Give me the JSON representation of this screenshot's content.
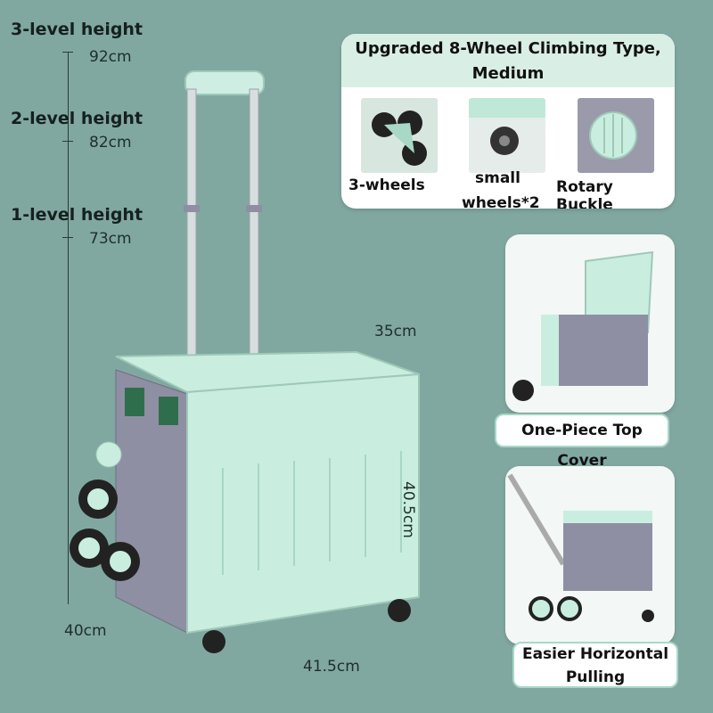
{
  "heights": {
    "level3": {
      "label": "3-level height",
      "value": "92cm"
    },
    "level2": {
      "label": "2-level height",
      "value": "82cm"
    },
    "level1": {
      "label": "1-level height",
      "value": "73cm"
    }
  },
  "dimensions": {
    "depth_top": "35cm",
    "height_side": "40.5cm",
    "depth_left": "40cm",
    "width_bottom": "41.5cm"
  },
  "feature_card": {
    "title_line1": "Upgraded 8-Wheel Climbing Type,",
    "title_line2": "Medium",
    "items": [
      {
        "label": "3-wheels"
      },
      {
        "label_line1": "small",
        "label_line2": "wheels*2"
      },
      {
        "label": "Rotary Buckle"
      }
    ]
  },
  "panel_top_cover": {
    "caption": "One-Piece Top Cover"
  },
  "panel_horizontal": {
    "caption_line1": "Easier Horizontal",
    "caption_line2": "Pulling"
  },
  "colors": {
    "background": "#80a8a0",
    "mint": "#c9eee0",
    "gray": "#8f8fa3",
    "black": "#222"
  }
}
